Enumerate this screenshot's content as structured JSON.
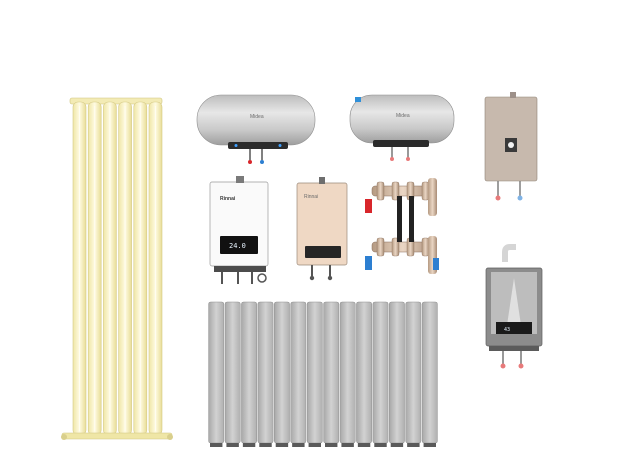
{
  "scene": {
    "background": "#ffffff",
    "radiator_cream_color": "#fbf5c8",
    "radiator_grey_color": "#c9c9c9",
    "valve_red": "#d8262b",
    "valve_blue": "#2d7fd1",
    "radiator_grey_sections": 14
  },
  "water_heater_1": {
    "brand": "Midea"
  },
  "water_heater_2": {
    "brand": "Midea"
  },
  "boiler_white": {
    "brand": "Rinnai",
    "display": "24.0"
  },
  "boiler_beige": {
    "brand": "Rinnai"
  },
  "boiler_grey_window": {
    "display": "43"
  }
}
